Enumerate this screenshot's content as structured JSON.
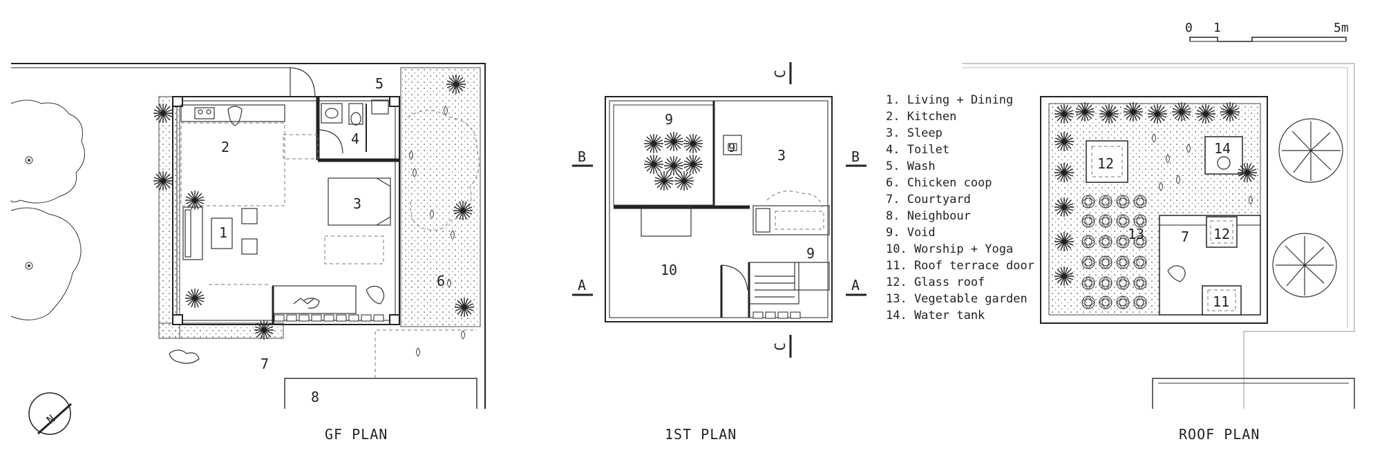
{
  "plans": {
    "gf": {
      "title": "GF PLAN"
    },
    "first": {
      "title": "1ST PLAN"
    },
    "roof": {
      "title": "ROOF PLAN"
    }
  },
  "room_numbers": {
    "gf": [
      "1",
      "2",
      "3",
      "4",
      "5",
      "6",
      "7",
      "8"
    ],
    "first": [
      "9",
      "9",
      "3",
      "10",
      "9"
    ],
    "roof": [
      "12",
      "14",
      "13",
      "7",
      "12",
      "11"
    ]
  },
  "section_marks": {
    "a": "A",
    "b": "B",
    "c": "C"
  },
  "scale_bar": {
    "labels": [
      "0",
      "1",
      "5m"
    ]
  },
  "north_arrow": {
    "label": "N",
    "icon": "north-arrow-icon"
  },
  "legend": [
    "1. Living + Dining",
    "2. Kitchen",
    "3. Sleep",
    "4. Toilet",
    "5. Wash",
    "6. Chicken coop",
    "7. Courtyard",
    "8. Neighbour",
    "9. Void",
    "10. Worship + Yoga",
    "11. Roof terrace door",
    "12. Glass roof",
    "13. Vegetable garden",
    "14. Water tank"
  ]
}
